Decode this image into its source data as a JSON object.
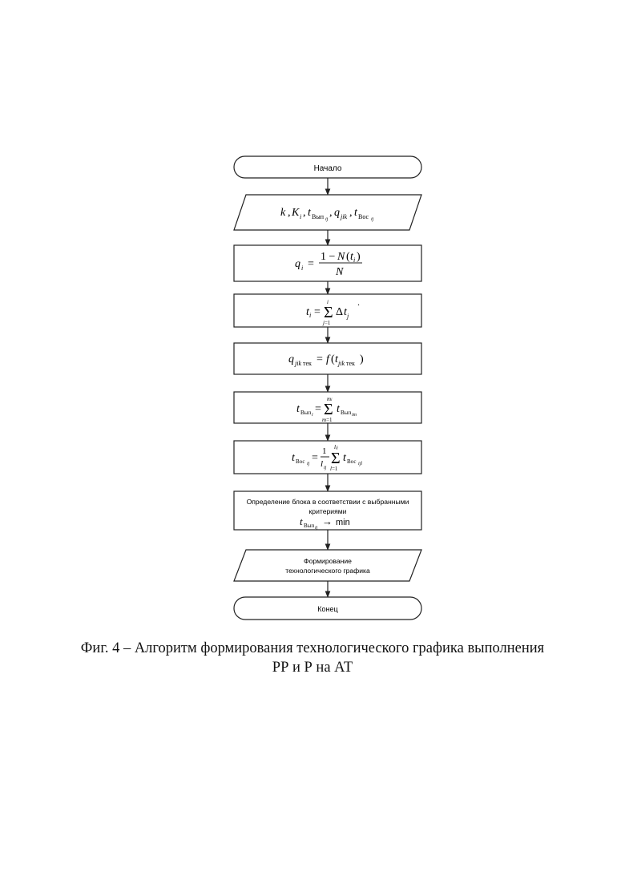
{
  "flowchart": {
    "start_label": "Начало",
    "input_formula": "k, K_i, t_Вып_ij, q_jik, t_Вос_ij",
    "step1_formula": "q_i = (1 − N(t_i)) / N",
    "step2_formula": "t_i = Σ_{j=1}^{i} Δt_j",
    "step3_formula": "q_jik тек = f(t_jik тек)",
    "step4_formula": "t_Вып_i = Σ_{m=1}^{m_i} t_Вып_im",
    "step5_formula": "t_Вос_ij = (1/l_ij) Σ_{l=1}^{l_ij} t_Вос_ijl",
    "decision_line1": "Определение блока в соответствии с выбранными",
    "decision_line2": "критериями",
    "decision_formula": "t_Вып_ij → min",
    "decision_arrow_target": "min",
    "output_line1": "Формирование",
    "output_line2": "технологического графика",
    "end_label": "Конец"
  },
  "caption": {
    "line1": "Фиг. 4 – Алгоритм формирования технологического графика выполнения",
    "line2": "РР и Р на АТ"
  }
}
